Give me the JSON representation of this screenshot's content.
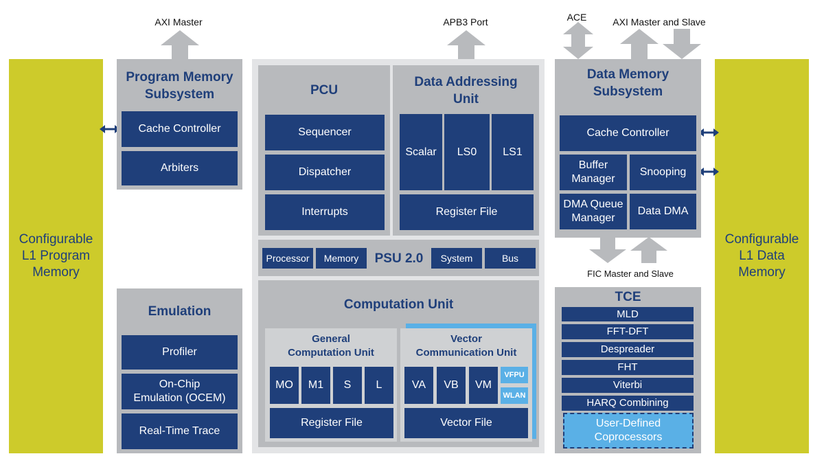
{
  "left_memory": "Configurable\nL1 Program\nMemory",
  "right_memory": "Configurable\nL1 Data\nMemory",
  "top_labels": {
    "axi_master": "AXI Master",
    "apb3_port": "APB3 Port",
    "ace": "ACE",
    "axi_master_slave": "AXI Master and Slave",
    "fic": "FIC Master and Slave"
  },
  "program_memory": {
    "title": "Program Memory\nSubsystem",
    "items": [
      "Cache Controller",
      "Arbiters"
    ]
  },
  "emulation": {
    "title": "Emulation",
    "items": [
      "Profiler",
      "On-Chip\nEmulation (OCEM)",
      "Real-Time Trace"
    ]
  },
  "pcu": {
    "title": "PCU",
    "items": [
      "Sequencer",
      "Dispatcher",
      "Interrupts"
    ]
  },
  "dau": {
    "title": "Data Addressing\nUnit",
    "units": [
      "Scalar",
      "LS0",
      "LS1"
    ],
    "register_file": "Register File"
  },
  "psu": {
    "title": "PSU 2.0",
    "items": [
      "Processor",
      "Memory",
      "System",
      "Bus"
    ]
  },
  "computation": {
    "title": "Computation Unit",
    "general": {
      "title": "General\nComputation Unit",
      "units": [
        "MO",
        "M1",
        "S",
        "L"
      ],
      "register_file": "Register File"
    },
    "vector": {
      "title": "Vector\nCommunication Unit",
      "units": [
        "VA",
        "VB",
        "VM"
      ],
      "small": [
        "VFPU",
        "WLAN"
      ],
      "vector_file": "Vector File"
    }
  },
  "data_memory": {
    "title": "Data Memory\nSubsystem",
    "cache_controller": "Cache Controller",
    "buffer_manager": "Buffer\nManager",
    "snooping": "Snooping",
    "dma_queue": "DMA Queue\nManager",
    "data_dma": "Data DMA"
  },
  "tce": {
    "title": "TCE",
    "items": [
      "MLD",
      "FFT-DFT",
      "Despreader",
      "FHT",
      "Viterbi",
      "HARQ Combining"
    ],
    "user_defined": "User-Defined\nCoprocessors"
  },
  "colors": {
    "navy": "#1f3f7a",
    "light_blue": "#5ab0e6",
    "yellow": "#cdcb2b",
    "gray": "#b8babd"
  }
}
